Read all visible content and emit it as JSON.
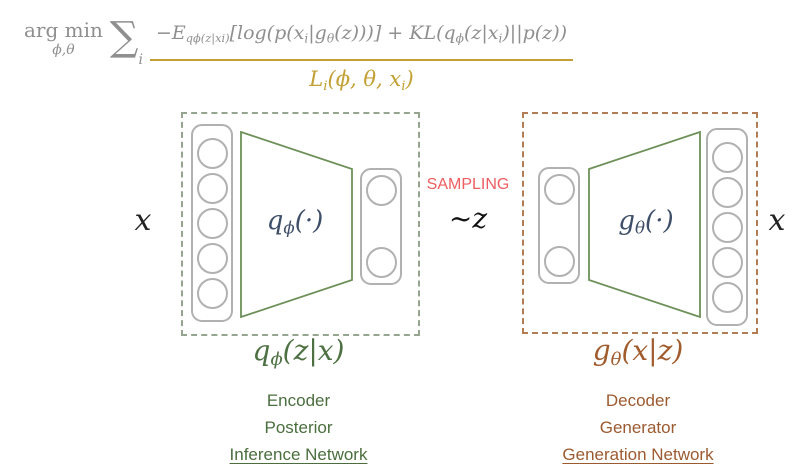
{
  "formula": {
    "argmin": "arg min",
    "argmin_sub": "ϕ,θ",
    "sum": "∑",
    "sum_sub": "i",
    "t_neg_e": "−E",
    "t_e_sub": "qϕ(z|xi)",
    "t1": "[log(p(x",
    "t1_sub": "i",
    "t2": "|g",
    "t2_sub": "θ",
    "t3": "(z)))] + KL(q",
    "t3_sub": "ϕ",
    "t4": "(z|x",
    "t4_sub": "i",
    "t5": ")||p(z))",
    "loss_l": "L",
    "loss_l_sub": "i",
    "loss_mid": "(ϕ, θ, x",
    "loss_mid_sub": "i",
    "loss_end": ")",
    "accent_color": "#c2a034",
    "text_color": "#8f8f8f"
  },
  "encoder": {
    "input_label": "x",
    "input_nodes": 5,
    "latent_nodes": 2,
    "fn_base": "q",
    "fn_sub": "ϕ",
    "fn_args": "(·)",
    "dist_base": "q",
    "dist_sub": "ϕ",
    "dist_args": "(z|x)",
    "names": [
      "Encoder",
      "Posterior",
      "Inference Network"
    ],
    "box_color": "#95a58f",
    "trapezoid_color": "#6d9159",
    "fn_color": "#3e4e68",
    "text_color": "#4a6e3e"
  },
  "decoder": {
    "output_label": "x",
    "latent_nodes": 2,
    "output_nodes": 5,
    "fn_base": "g",
    "fn_sub": "θ",
    "fn_args": "(·)",
    "dist_base": "g",
    "dist_sub": "θ",
    "dist_args": "(x|z)",
    "names": [
      "Decoder",
      "Generator",
      "Generation Network"
    ],
    "box_color": "#b27c54",
    "trapezoid_color": "#6d9159",
    "fn_color": "#3e4e68",
    "text_color": "#9c5a30"
  },
  "sampling": {
    "label": "SAMPLING",
    "variable": "~z",
    "color": "#ee5d60"
  }
}
